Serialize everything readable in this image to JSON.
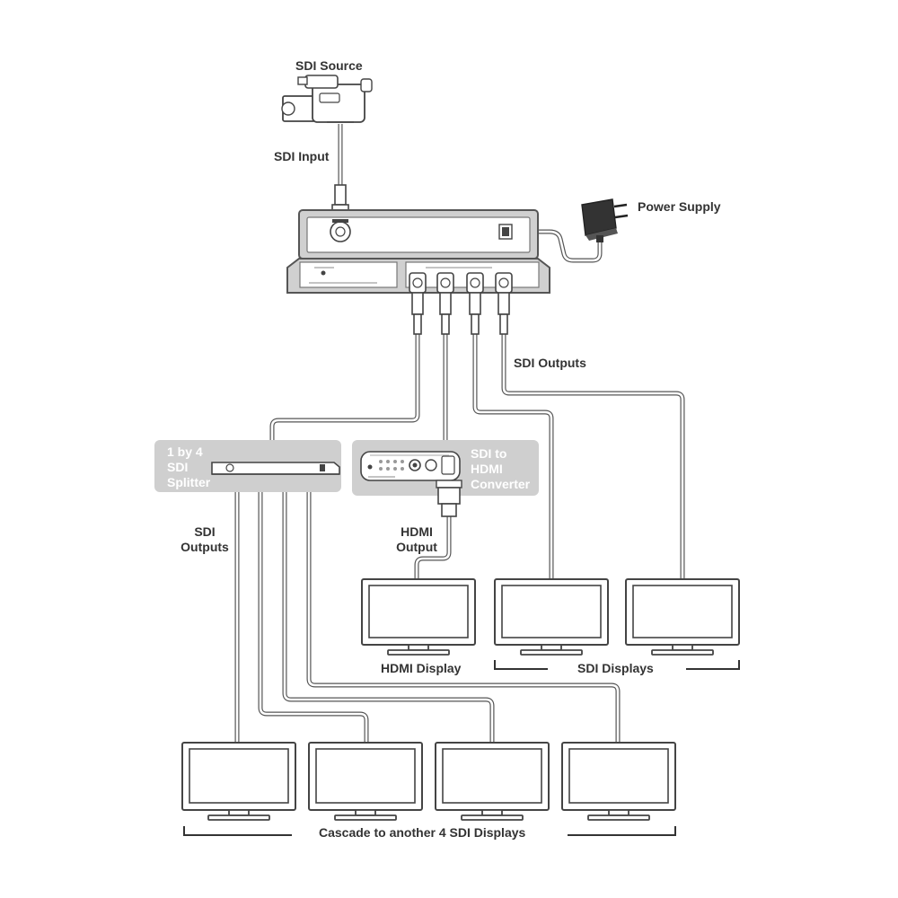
{
  "labels": {
    "sdi_source": "SDI Source",
    "sdi_input": "SDI Input",
    "power_supply": "Power Supply",
    "sdi_outputs_top": "SDI Outputs",
    "splitter_line1": "1 by 4",
    "splitter_line2": "SDI",
    "splitter_line3": "Splitter",
    "converter_line1": "SDI to",
    "converter_line2": "HDMI",
    "converter_line3": "Converter",
    "sdi_outputs_left_line1": "SDI",
    "sdi_outputs_left_line2": "Outputs",
    "hdmi_output_line1": "HDMI",
    "hdmi_output_line2": "Output",
    "hdmi_display": "HDMI Display",
    "sdi_displays": "SDI Displays",
    "cascade": "Cascade to another 4 SDI Displays"
  },
  "colors": {
    "line": "#444444",
    "panel": "#cfcfcf",
    "device_body": "#e6e6e6",
    "text": "#333333"
  },
  "icons": [
    "camcorder-icon",
    "power-adapter-icon",
    "monitor-icon",
    "bnc-connector-icon",
    "hdmi-connector-icon"
  ]
}
